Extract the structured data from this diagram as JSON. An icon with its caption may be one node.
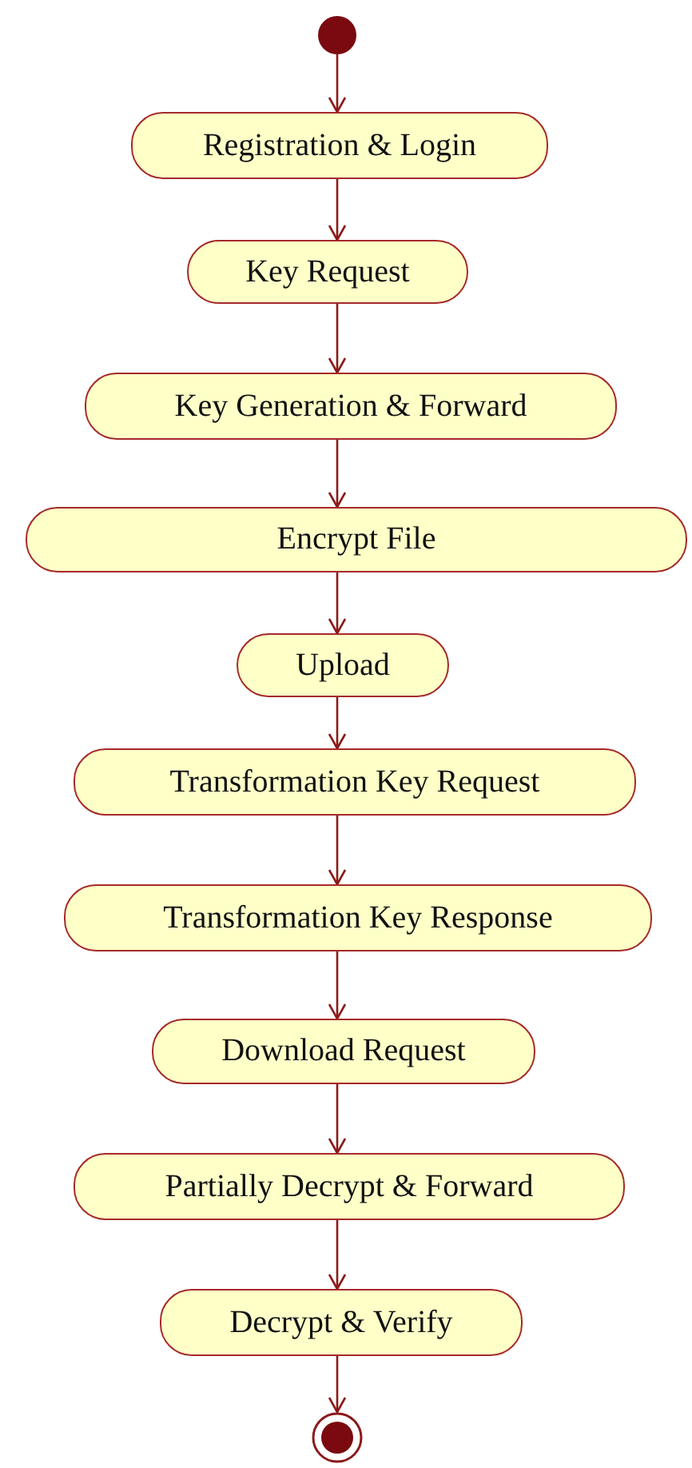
{
  "diagram": {
    "nodes": [
      {
        "text": [],
        "shape": "circle"
      },
      {
        "text": [
          "Registration & Login"
        ]
      },
      {
        "text": [
          "Key Request"
        ]
      },
      {
        "text": [
          "Key Generation & Forward"
        ]
      },
      {
        "text": [
          "Encrypt File"
        ]
      },
      {
        "text": [
          "Upload"
        ]
      },
      {
        "text": [
          "Transformation Key Request"
        ]
      },
      {
        "text": [
          "Transformation Key Response"
        ]
      },
      {
        "text": [
          "Download Request"
        ]
      },
      {
        "text": [
          "Partially Decrypt & Forward"
        ]
      },
      {
        "text": [
          "Decrypt & Verify"
        ]
      },
      {
        "text": [],
        "shape": "bullseye"
      }
    ],
    "edges": [
      {
        "from": 0,
        "to": 1,
        "arrow": "to"
      },
      {
        "from": 1,
        "to": 2,
        "arrow": "to"
      },
      {
        "from": 2,
        "to": 3,
        "arrow": "to"
      },
      {
        "from": 3,
        "to": 4,
        "arrow": "to"
      },
      {
        "from": 4,
        "to": 5,
        "arrow": "to"
      },
      {
        "from": 5,
        "to": 6,
        "arrow": "to"
      },
      {
        "from": 6,
        "to": 7,
        "arrow": "to"
      },
      {
        "from": 7,
        "to": 8,
        "arrow": "to"
      },
      {
        "from": 8,
        "to": 9,
        "arrow": "to"
      },
      {
        "from": 9,
        "to": 10,
        "arrow": "to"
      },
      {
        "from": 10,
        "to": 11,
        "arrow": "to"
      }
    ]
  }
}
